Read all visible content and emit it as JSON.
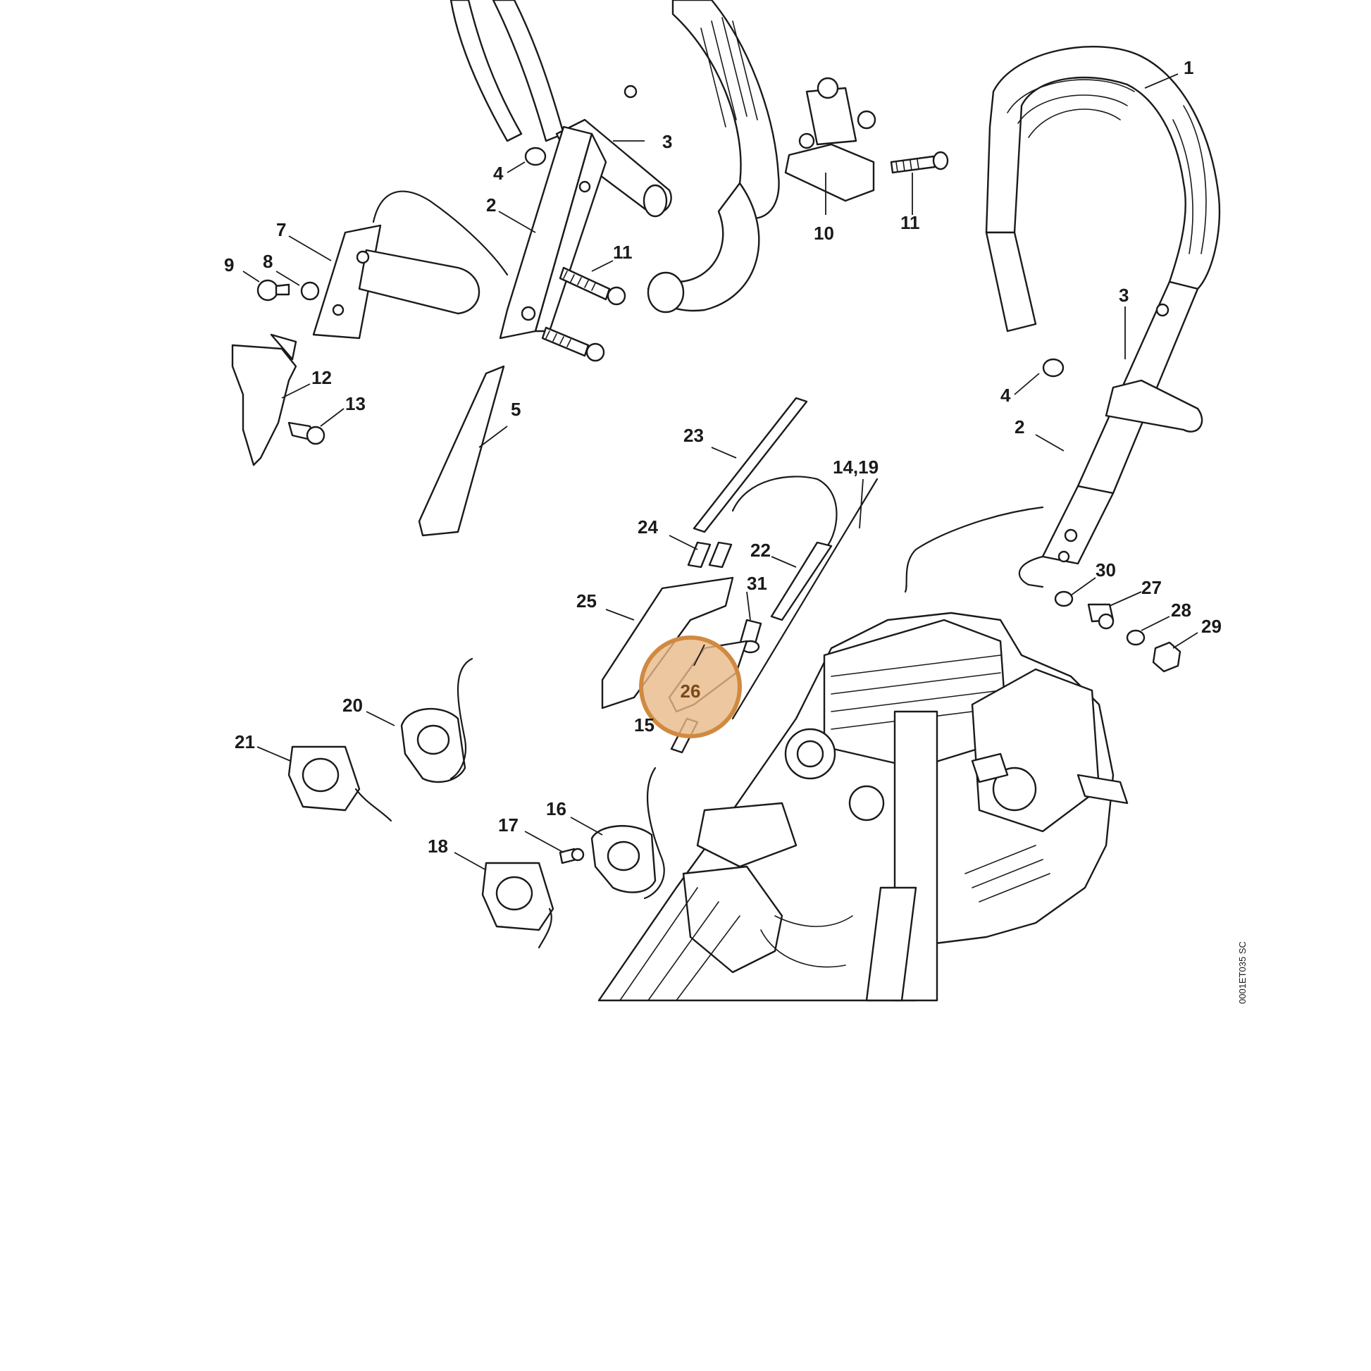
{
  "diagram": {
    "labels": {
      "l1": "1",
      "l2a": "2",
      "l2b": "2",
      "l3a": "3",
      "l3b": "3",
      "l4a": "4",
      "l4b": "4",
      "l5": "5",
      "l7": "7",
      "l8": "8",
      "l9": "9",
      "l10": "10",
      "l11a": "11",
      "l11b": "11",
      "l12": "12",
      "l13": "13",
      "l14_19": "14,19",
      "l15": "15",
      "l16": "16",
      "l17": "17",
      "l18": "18",
      "l20": "20",
      "l21": "21",
      "l22": "22",
      "l23": "23",
      "l24": "24",
      "l25": "25",
      "l26": "26",
      "l27": "27",
      "l28": "28",
      "l29": "29",
      "l30": "30",
      "l31": "31"
    },
    "highlight": {
      "part_number": "26",
      "color": "#d08a40",
      "fill": "#e8b988"
    },
    "drawing_code": "0001ET035 SC"
  }
}
